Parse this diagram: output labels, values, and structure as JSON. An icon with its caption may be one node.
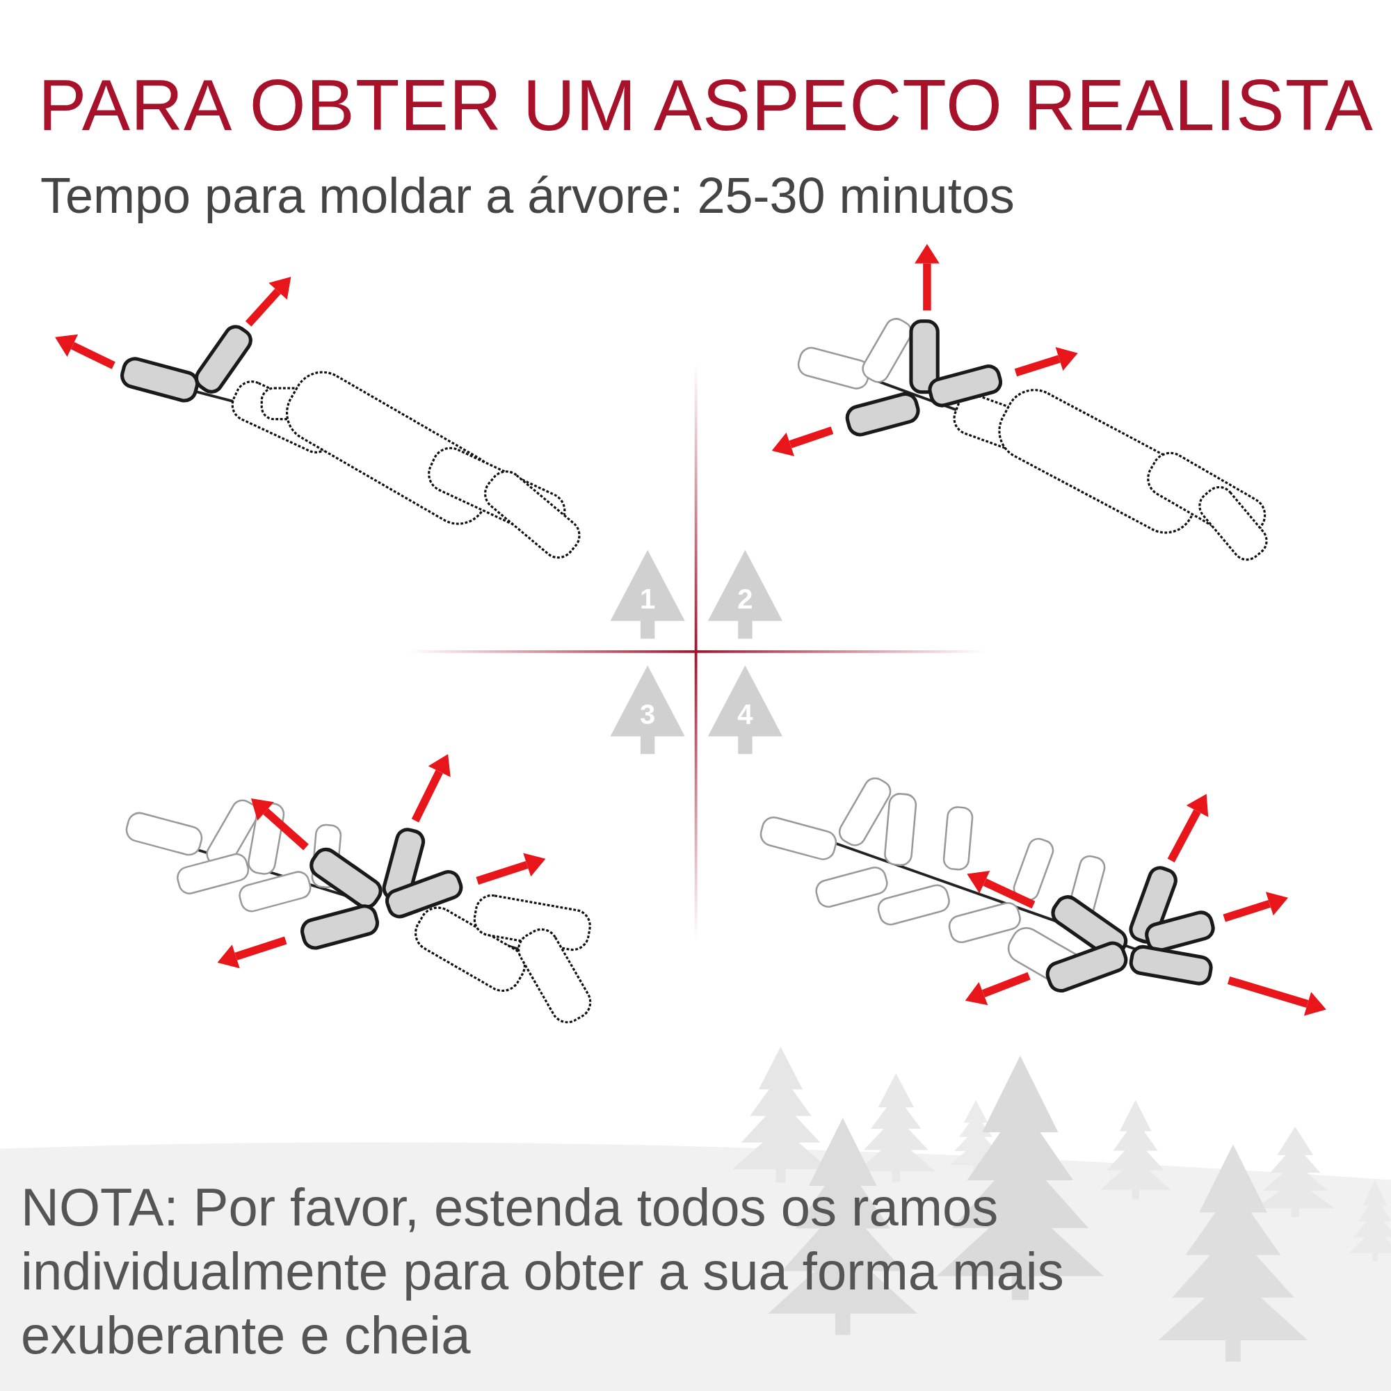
{
  "diagram": {
    "title": "PARA OBTER UM ASPECTO REALISTA",
    "labels": [
      "Tempo para moldar a árvore: 25-30 minutos",
      "1",
      "2",
      "3",
      "4",
      "NOTA: Por favor, estenda todos os ramos individualmente para obter a sua forma mais exuberante e cheia"
    ]
  }
}
